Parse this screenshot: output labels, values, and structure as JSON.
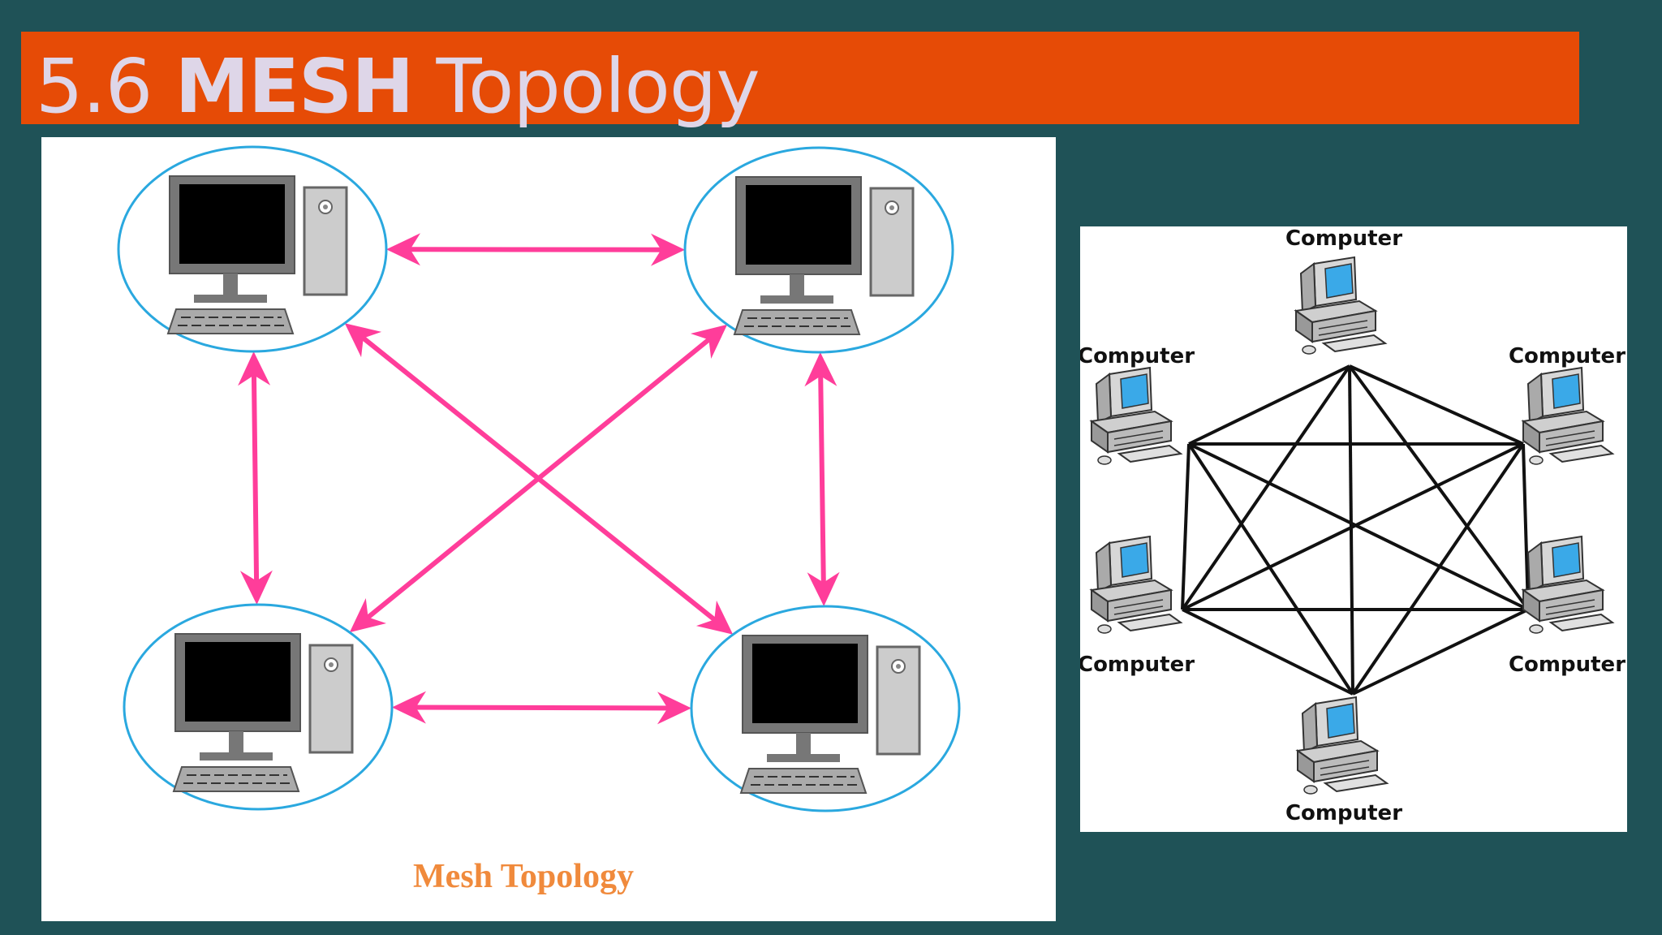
{
  "slide": {
    "title_prefix": "5.6 ",
    "title_bold": "MESH",
    "title_suffix": " Topology"
  },
  "left_diagram": {
    "caption": "Mesh Topology",
    "caption_color": "#f08a3c",
    "link_color": "#ff3d9a",
    "node_outline_color": "#2aa8df",
    "nodes": [
      {
        "id": "top-left",
        "icon": "desktop-computer-icon"
      },
      {
        "id": "top-right",
        "icon": "desktop-computer-icon"
      },
      {
        "id": "bottom-left",
        "icon": "desktop-computer-icon"
      },
      {
        "id": "bottom-right",
        "icon": "desktop-computer-icon"
      }
    ],
    "links": [
      [
        "top-left",
        "top-right"
      ],
      [
        "bottom-left",
        "bottom-right"
      ],
      [
        "top-left",
        "bottom-left"
      ],
      [
        "top-right",
        "bottom-right"
      ],
      [
        "top-left",
        "bottom-right"
      ],
      [
        "top-right",
        "bottom-left"
      ]
    ]
  },
  "right_diagram": {
    "link_color": "#111111",
    "screen_color": "#3aa9e8",
    "nodes": [
      {
        "id": "top",
        "label": "Computer"
      },
      {
        "id": "upper-left",
        "label": "Computer"
      },
      {
        "id": "upper-right",
        "label": "Computer"
      },
      {
        "id": "lower-left",
        "label": "Computer"
      },
      {
        "id": "lower-right",
        "label": "Computer"
      },
      {
        "id": "bottom",
        "label": "Computer"
      }
    ]
  }
}
